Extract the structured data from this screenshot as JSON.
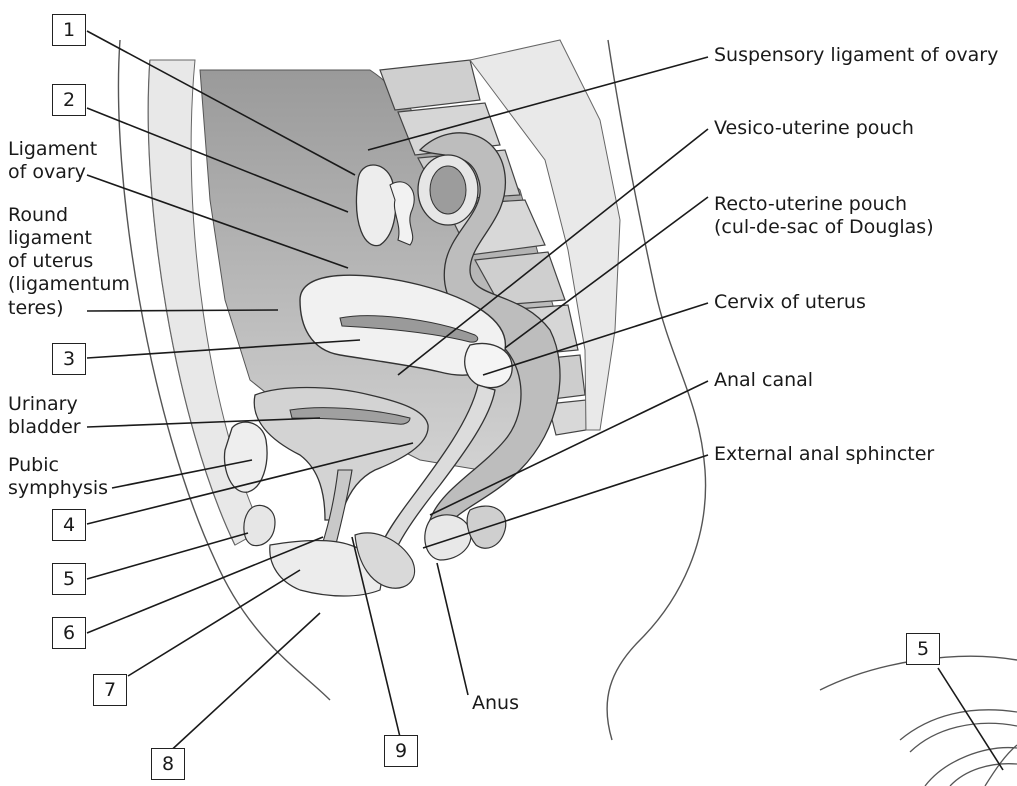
{
  "labels": {
    "suspensory_ligament": "Suspensory ligament of ovary",
    "vesico_uterine": "Vesico-uterine pouch",
    "recto_uterine_1": "Recto-uterine pouch",
    "recto_uterine_2": "(cul-de-sac of Douglas)",
    "cervix": "Cervix of uterus",
    "anal_canal": "Anal canal",
    "external_anal_sphincter": "External anal sphincter",
    "anus": "Anus",
    "ligament_of_ovary_1": "Ligament",
    "ligament_of_ovary_2": "of ovary",
    "round_ligament_1": "Round",
    "round_ligament_2": "ligament",
    "round_ligament_3": "of uterus",
    "round_ligament_4": "(ligamentum",
    "round_ligament_5": "teres)",
    "urinary_bladder_1": "Urinary",
    "urinary_bladder_2": "bladder",
    "pubic_symphysis_1": "Pubic",
    "pubic_symphysis_2": "symphysis"
  },
  "boxes": {
    "b1": "1",
    "b2": "2",
    "b3": "3",
    "b4": "4",
    "b5": "5",
    "b6": "6",
    "b7": "7",
    "b8": "8",
    "b9": "9",
    "b5_inset": "5"
  }
}
